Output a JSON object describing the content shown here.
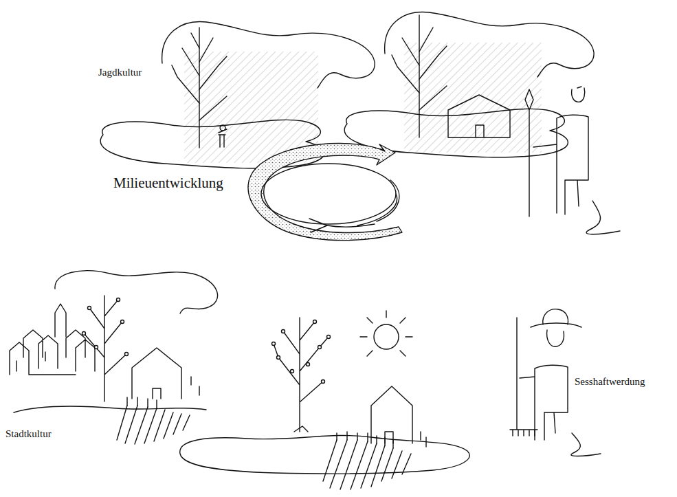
{
  "diagram": {
    "title": "Milieuentwicklung",
    "labels": [
      "Jagdkultur",
      "Sesshaftwerdung",
      "Stadtkultur"
    ]
  }
}
